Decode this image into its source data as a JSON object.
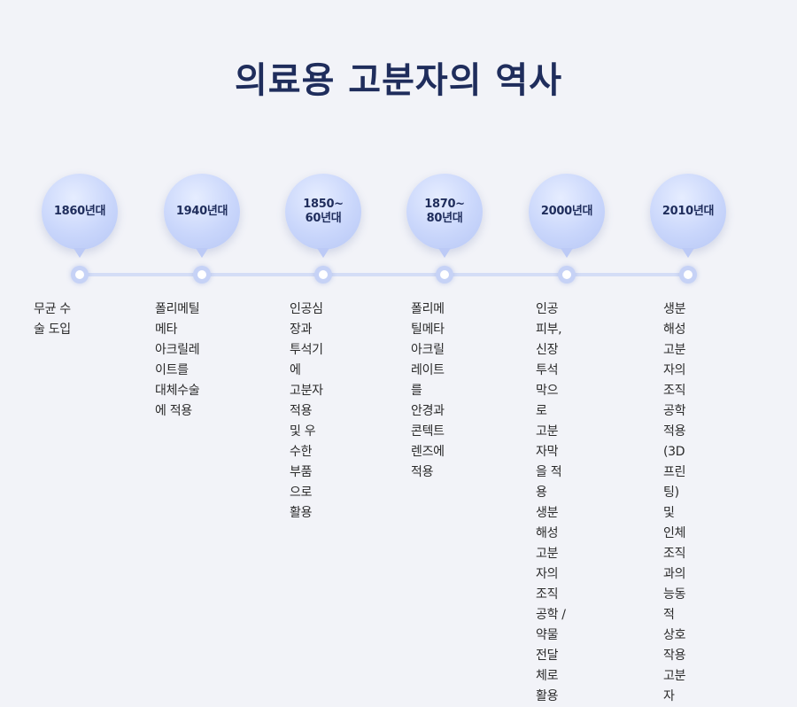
{
  "title": "의료용 고분자의 역사",
  "events": [
    {
      "period": "1860년대",
      "description": "무균 수술 도입"
    },
    {
      "period": "1940년대",
      "description": "폴리메틸메타\n아크릴레이트를\n대체수술에 적용"
    },
    {
      "period": "1850~\n60년대",
      "description": "인공심장과\n투석기에\n고분자 적용\n및 우수한 부품\n으로 활용"
    },
    {
      "period": "1870~\n80년대",
      "description": "폴리메틸메타\n아크릴레이트를\n안경과 콘텍트\n렌즈에 적용"
    },
    {
      "period": "2000년대",
      "description": "인공피부,\n신장투석막으로\n고분자막을 적용\n생분해성 고분자의\n조직공학 / 약물\n전달체로 활용"
    },
    {
      "period": "2010년대",
      "description": "생분해성\n고분자의\n조직공학적용\n(3D 프린팅)\n및 인체조직과의\n능동적 상호작용\n고분자"
    }
  ]
}
